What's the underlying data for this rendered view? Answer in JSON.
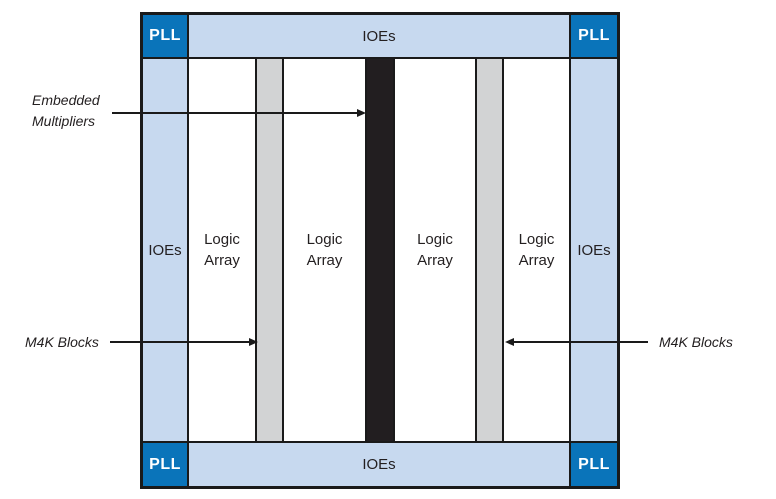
{
  "colors": {
    "pll_blue": "#0a74ba",
    "ioe_blue": "#c7d9ef",
    "m4k_gray": "#d2d3d4",
    "mult_black": "#221e20",
    "border": "#1a1a1a",
    "label": "#231f20"
  },
  "blocks": {
    "pll_label": "PLL",
    "ioes_label": "IOEs",
    "logic_array_label": "Logic\nArray"
  },
  "annotations": {
    "embedded_multipliers": {
      "label": "Embedded\nMultipliers"
    },
    "m4k_blocks_left": {
      "label": "M4K Blocks"
    },
    "m4k_blocks_right": {
      "label": "M4K Blocks"
    }
  }
}
